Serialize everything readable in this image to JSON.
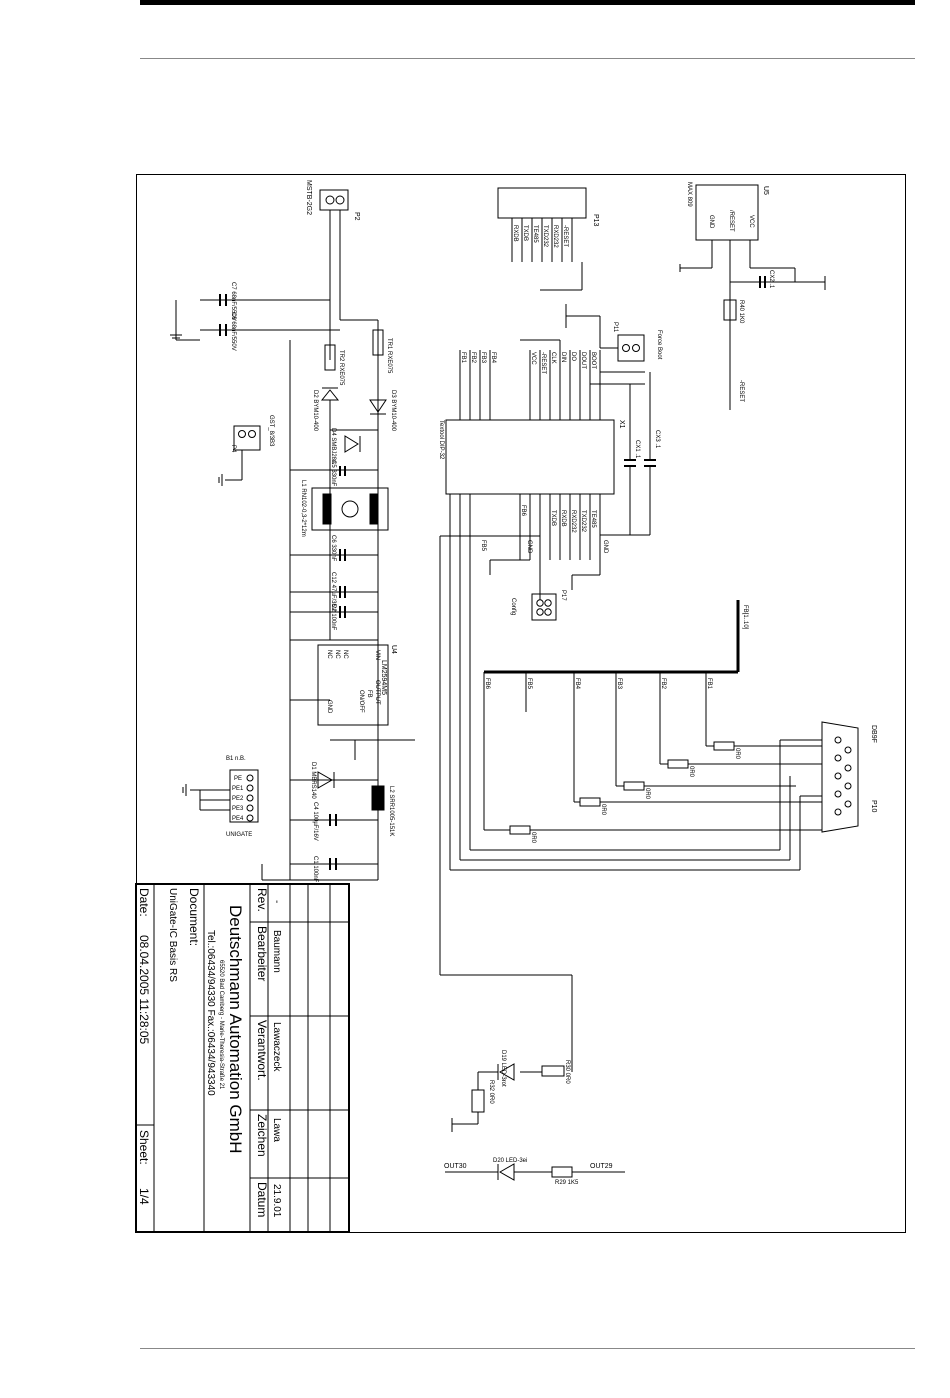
{
  "title_block": {
    "rev_header": "Rev.",
    "bearbeiter_header": "Bearbeiter",
    "verantwort_header": "Verantwort.",
    "zeichen_header": "Zeichen",
    "datum_header": "Datum",
    "rev_value": "-",
    "bearbeiter_value": "Baumann",
    "verantwort_value": "Lawaczeck",
    "zeichen_value": "Lawa",
    "datum_value": "21.9.01",
    "company": "Deutschmann Automation GmbH",
    "address": "65520 Bad Camberg - Marie-Theresia-Straße 21",
    "phone": "Tel.:06434/94330 Fax.:06434/943340",
    "document_label": "Document:",
    "document_name": "UniGate-IC Basis RS",
    "date_label": "Date:",
    "date_value": "08.04.2005 11:28:05",
    "sheet_label": "Sheet:",
    "sheet_value": "1/4"
  },
  "components": {
    "p2": {
      "ref": "P2",
      "part": "MSTB-2G2"
    },
    "c7": "C7  68nF/550V",
    "c8": "C8  68nF/550V",
    "tr2": "TR2  RXE075",
    "tr1": "TR1  RXE075",
    "d2": "D2  BYM10-400",
    "d3": "D3  BYM10-400",
    "d4": "D4  SMBJ28A",
    "c5": "C5  330nF",
    "l1": "L1  RN102-0,3-2*12m",
    "c6": "C6  330nF",
    "c12": "C12  47µF/35V",
    "c2": "C2  100nF",
    "u4": {
      "ref": "U4",
      "part": "LM2594M5",
      "pins": [
        "NC",
        "NC",
        "NC",
        "GND",
        "VIN",
        "OUTPUT",
        "FB",
        "ON/OFF"
      ]
    },
    "d1": "D1  MBRS140",
    "l2": "L2  SRR1005-151K",
    "c4": "C4  100µF/16V",
    "c1": "C1  100nF",
    "p4": {
      "ref": "P4",
      "part": "GST_8/3B3"
    },
    "b1": {
      "ref": "B1 n.B.",
      "pins": [
        "PE",
        "PE1",
        "PE2",
        "PE3",
        "PE4"
      ],
      "part": "UNIGATE"
    },
    "p13": {
      "ref": "P13",
      "signals": [
        "RXDB",
        "TXDB",
        "TE485",
        "TXD232",
        "RXD232",
        "-RESET"
      ]
    },
    "u5": {
      "ref": "U5",
      "part": "MAX 809",
      "pins": [
        "VCC",
        "/RESET",
        "GND"
      ]
    },
    "cx2": "CX2  .1",
    "r40": "R40  1K0",
    "reset": "-RESET",
    "p11": {
      "ref": "P11",
      "part": "Force Boot"
    },
    "x1": {
      "ref": "X1",
      "part": "Textool DIP-32",
      "left_signals": [
        "FB1",
        "FB2",
        "FB3",
        "FB4",
        "VCC",
        "-RESET",
        "CLK",
        "DIN",
        "DO",
        "DOUT",
        "BOOT"
      ],
      "right_signals": [
        "GND",
        "TE485",
        "TXD232",
        "RXD232",
        "RXDB",
        "TXDB",
        "GND",
        "FB6",
        "FB5"
      ]
    },
    "cx1": "CX1  .1",
    "cx3": "CX3  .1",
    "p17": {
      "ref": "P17",
      "part": "Config"
    },
    "fb_bus": "FB[1..10]",
    "fb_nets": [
      "FB1",
      "FB2",
      "FB3",
      "FB4",
      "FB5",
      "FB6"
    ],
    "p10": {
      "ref": "P10",
      "part": "DB9F"
    },
    "resistors_0r": [
      "0R0",
      "0R0",
      "0R0",
      "0R0",
      "0R0"
    ],
    "d19": "D19  LED-3rot",
    "r30": "R30  0R0",
    "r32": "R32  0R0",
    "d20": "D20  LED-3ei",
    "r29": "R29  1K5",
    "out30": "OUT30",
    "out29": "OUT29"
  }
}
